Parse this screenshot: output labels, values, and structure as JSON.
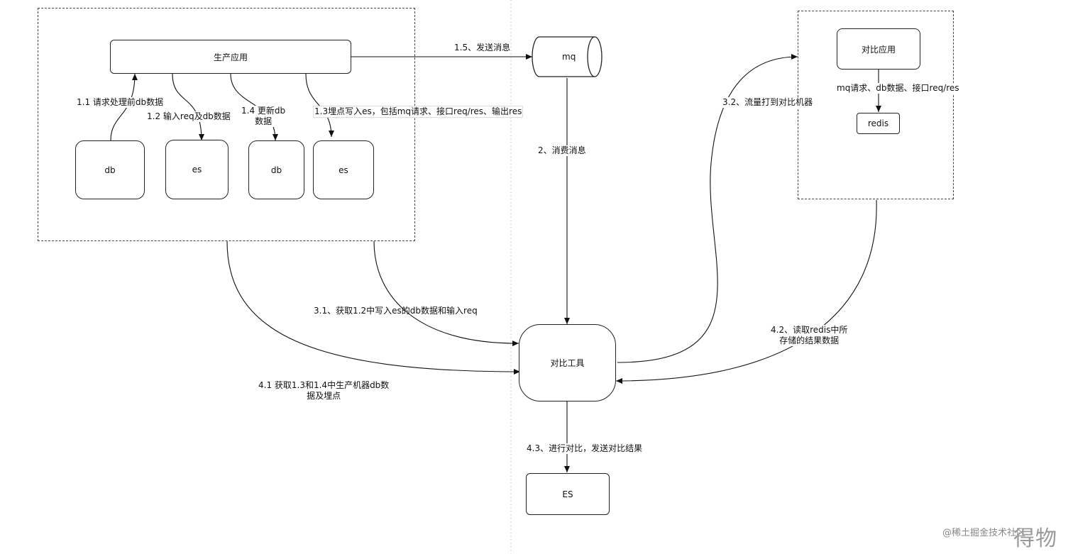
{
  "nodes": {
    "prod_app": "生产应用",
    "db1": "db",
    "es1": "es",
    "db2": "db",
    "es2": "es",
    "mq": "mq",
    "cmp_tool": "对比工具",
    "es_out": "ES",
    "cmp_app": "对比应用",
    "redis": "redis"
  },
  "edges": {
    "e_1_1": "1.1 请求处理前db数据",
    "e_1_2": "1.2 输入req及db数据",
    "e_1_4_line1": "1.4 更新db",
    "e_1_4_line2": "数据",
    "e_1_3": "1.3埋点写入es，包括mq请求、接口req/res、输出res",
    "e_1_5": "1.5、发送消息",
    "e_2": "2、消费消息",
    "e_3_1": "3.1、获取1.2中写入es的db数据和输入req",
    "e_3_2": "3.2、流量打到对比机器",
    "e_4_1_line1": "4.1 获取1.3和1.4中生产机器db数",
    "e_4_1_line2": "据及埋点",
    "e_4_2_line1": "4.2、读取redis中所",
    "e_4_2_line2": "存储的结果数据",
    "e_4_3": "4.3、进行对比，发送对比结果",
    "e_cmp_redis": "mq请求、db数据、接口req/res"
  },
  "watermark": {
    "text": "@稀土掘金技术社区",
    "overlay": "得物"
  }
}
